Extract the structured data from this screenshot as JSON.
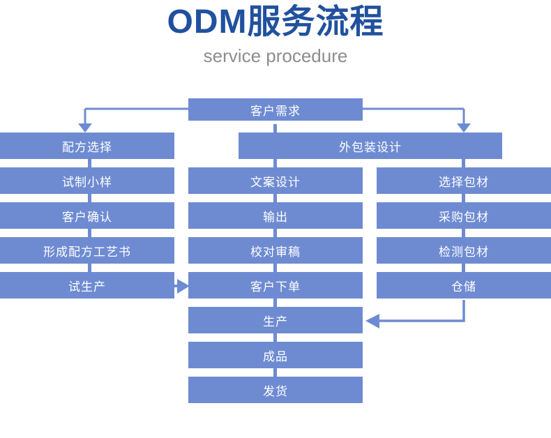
{
  "header": {
    "title": "ODM服务流程",
    "subtitle": "service procedure",
    "title_color": "#21519e",
    "subtitle_color": "#8d8d8d"
  },
  "theme": {
    "box_fill": "#6e8bd2",
    "box_text": "#ffffff",
    "connector": "#6e8bd2",
    "background": "#ffffff"
  },
  "chart_data": {
    "type": "flowchart",
    "title": "ODM服务流程",
    "subtitle": "service procedure",
    "root": "客户需求",
    "columns": [
      {
        "name": "formula-branch",
        "nodes": [
          "配方选择",
          "试制小样",
          "客户确认",
          "形成配方工艺书",
          "试生产"
        ]
      },
      {
        "name": "center-branch",
        "nodes": [
          "客户需求",
          "文案设计",
          "输出",
          "校对审稿",
          "客户下单",
          "生产",
          "成品",
          "发货"
        ]
      },
      {
        "name": "packaging-branch",
        "nodes": [
          "外包装设计",
          "选择包材",
          "采购包材",
          "检测包材",
          "仓储"
        ]
      }
    ],
    "edges": [
      {
        "from": "客户需求",
        "to": "配方选择",
        "style": "elbow-left-down"
      },
      {
        "from": "客户需求",
        "to": "外包装设计",
        "style": "elbow-right-down"
      },
      {
        "from": "配方选择",
        "to": "试制小样",
        "style": "vertical"
      },
      {
        "from": "试制小样",
        "to": "客户确认",
        "style": "vertical"
      },
      {
        "from": "客户确认",
        "to": "形成配方工艺书",
        "style": "vertical"
      },
      {
        "from": "形成配方工艺书",
        "to": "试生产",
        "style": "vertical"
      },
      {
        "from": "试生产",
        "to": "客户下单",
        "style": "horizontal-right-arrow"
      },
      {
        "from": "外包装设计",
        "to": "文案设计",
        "style": "vertical"
      },
      {
        "from": "外包装设计",
        "to": "选择包材",
        "style": "vertical"
      },
      {
        "from": "文案设计",
        "to": "输出",
        "style": "vertical"
      },
      {
        "from": "输出",
        "to": "校对审稿",
        "style": "vertical"
      },
      {
        "from": "校对审稿",
        "to": "客户下单",
        "style": "vertical"
      },
      {
        "from": "客户下单",
        "to": "生产",
        "style": "vertical"
      },
      {
        "from": "生产",
        "to": "成品",
        "style": "vertical"
      },
      {
        "from": "成品",
        "to": "发货",
        "style": "vertical"
      },
      {
        "from": "选择包材",
        "to": "采购包材",
        "style": "vertical"
      },
      {
        "from": "采购包材",
        "to": "检测包材",
        "style": "vertical"
      },
      {
        "from": "检测包材",
        "to": "仓储",
        "style": "vertical"
      },
      {
        "from": "仓储",
        "to": "生产",
        "style": "elbow-down-left-arrow"
      }
    ]
  },
  "nodes": {
    "customer_demand": "客户需求",
    "formula_selection": "配方选择",
    "trial_sample": "试制小样",
    "customer_confirm": "客户确认",
    "formula_document": "形成配方工艺书",
    "trial_production": "试生产",
    "package_design": "外包装设计",
    "copy_design": "文案设计",
    "output": "输出",
    "proofreading": "校对审稿",
    "customer_order": "客户下单",
    "production": "生产",
    "finished_product": "成品",
    "shipment": "发货",
    "select_packaging": "选择包材",
    "purchase_packaging": "采购包材",
    "inspect_packaging": "检测包材",
    "warehousing": "仓储"
  }
}
